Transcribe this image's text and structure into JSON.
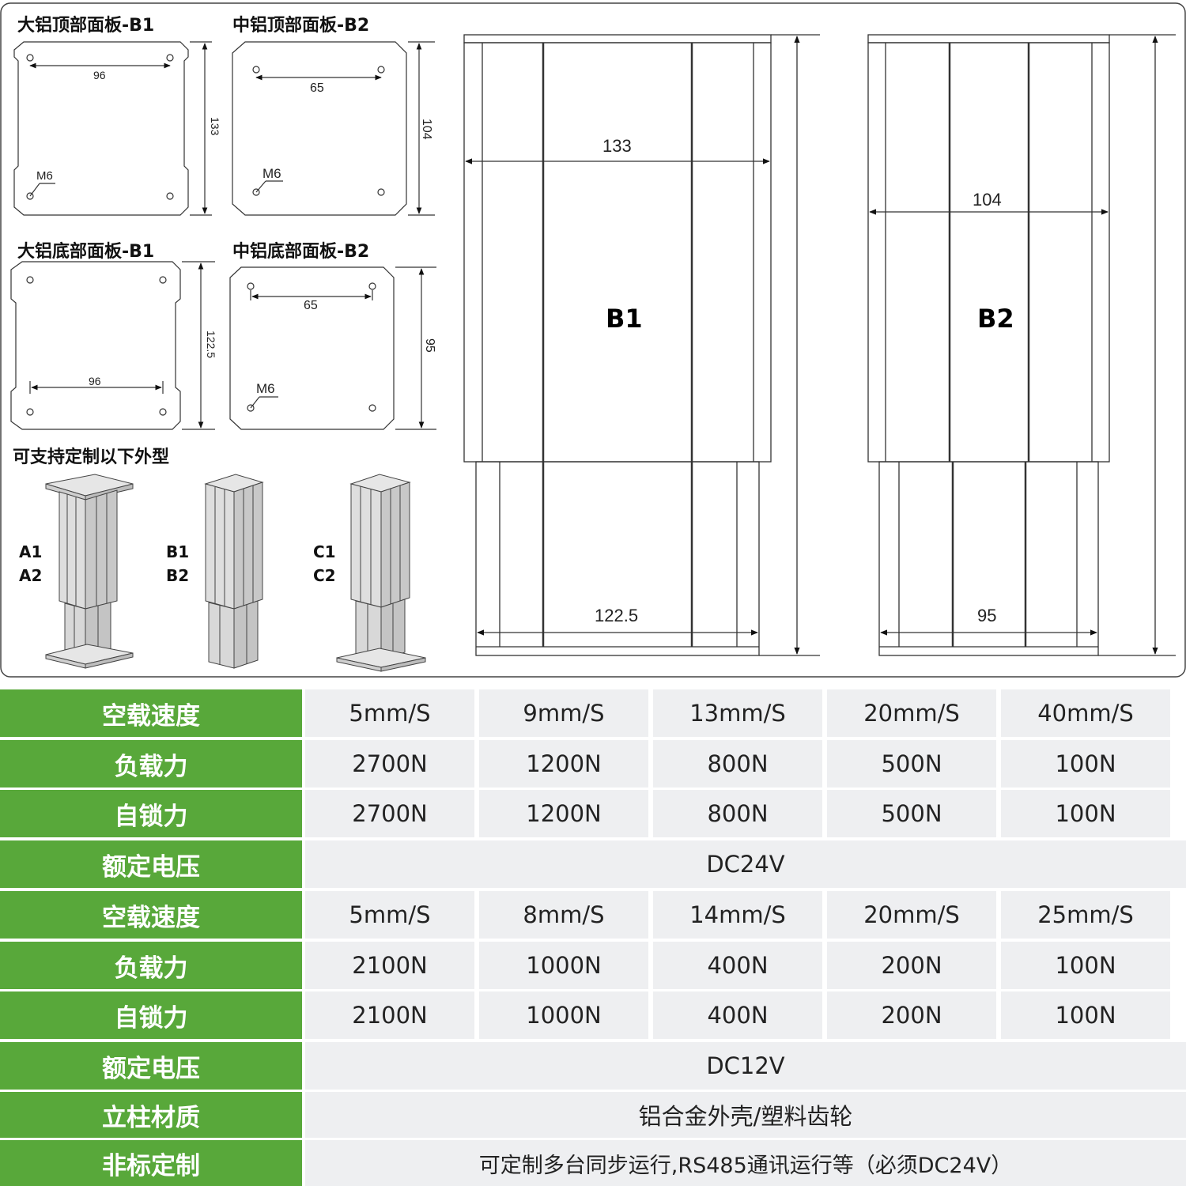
{
  "panels": {
    "big_top": {
      "title": "大铝顶部面板-B1",
      "hole_spacing": "96",
      "height": "133",
      "thread": "M6"
    },
    "mid_top": {
      "title": "中铝顶部面板-B2",
      "hole_spacing": "65",
      "height": "104",
      "thread": "M6"
    },
    "big_bottom": {
      "title": "大铝底部面板-B1",
      "hole_spacing": "96",
      "height": "122.5"
    },
    "mid_bottom": {
      "title": "中铝底部面板-B2",
      "hole_spacing": "65",
      "height": "95",
      "thread": "M6"
    }
  },
  "custom_shapes": {
    "title": "可支持定制以下外型",
    "variants": [
      {
        "line1": "A1",
        "line2": "A2"
      },
      {
        "line1": "B1",
        "line2": "B2"
      },
      {
        "line1": "C1",
        "line2": "C2"
      }
    ]
  },
  "columns": {
    "b1": {
      "label": "B1",
      "top_width": "133",
      "bottom_width": "122.5"
    },
    "b2": {
      "label": "B2",
      "top_width": "104",
      "bottom_width": "95"
    }
  },
  "spec_table": {
    "rows": [
      {
        "header": "空载速度",
        "values": [
          "5mm/S",
          "9mm/S",
          "13mm/S",
          "20mm/S",
          "40mm/S"
        ]
      },
      {
        "header": "负载力",
        "values": [
          "2700N",
          "1200N",
          "800N",
          "500N",
          "100N"
        ]
      },
      {
        "header": "自锁力",
        "values": [
          "2700N",
          "1200N",
          "800N",
          "500N",
          "100N"
        ]
      },
      {
        "header": "额定电压",
        "span": "DC24V"
      },
      {
        "header": "空载速度",
        "values": [
          "5mm/S",
          "8mm/S",
          "14mm/S",
          "20mm/S",
          "25mm/S"
        ]
      },
      {
        "header": "负载力",
        "values": [
          "2100N",
          "1000N",
          "400N",
          "200N",
          "100N"
        ]
      },
      {
        "header": "自锁力",
        "values": [
          "2100N",
          "1000N",
          "400N",
          "200N",
          "100N"
        ]
      },
      {
        "header": "额定电压",
        "span": "DC12V"
      },
      {
        "header": "立柱材质",
        "span": "铝合金外壳/塑料齿轮"
      },
      {
        "header": "非标定制",
        "span": "可定制多台同步运行,RS485通讯运行等（必须DC24V）"
      }
    ]
  },
  "colors": {
    "header_green": "#58a83a",
    "cell_gray": "#eeeff1"
  }
}
